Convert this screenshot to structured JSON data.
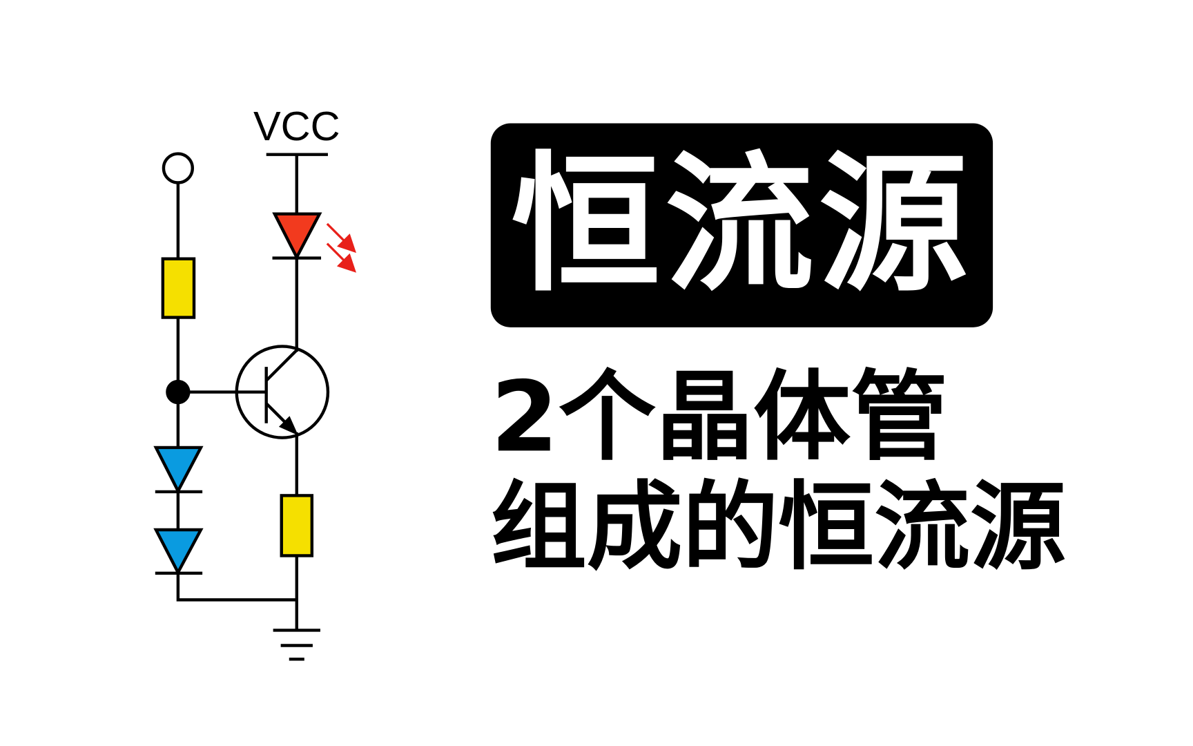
{
  "circuit": {
    "supply_label": "VCC",
    "colors": {
      "led": "#f23a1e",
      "resistor": "#f5e000",
      "diode": "#0a9be0",
      "wire": "#000000",
      "light_arrows": "#e8201a"
    }
  },
  "title": "恒流源",
  "subtitle_line1": "2个晶体管",
  "subtitle_line2": "组成的恒流源"
}
